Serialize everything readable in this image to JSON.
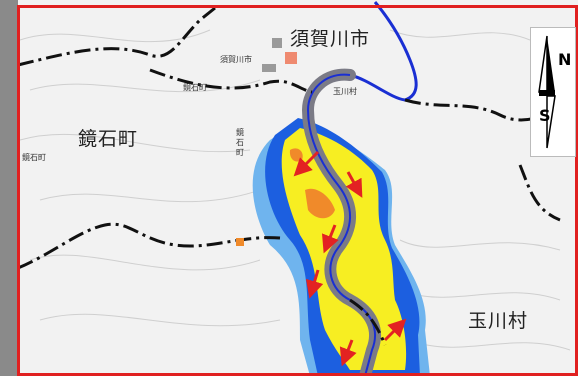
{
  "places": {
    "sukagawa_city": "須賀川市",
    "kagamiishi_town": "鏡石町",
    "tamakawa_village": "玉川村"
  },
  "small_labels": {
    "sukagawa_small": "須賀川市",
    "kagamiishi_small_left": "鏡石町",
    "kagamiishi_small_top": "鏡石町",
    "kagamiishi_vertical": "鏡石町",
    "tamakawa_small": "玉川村"
  },
  "compass": {
    "north": "N",
    "south": "S"
  },
  "colors": {
    "border_red": "#e02020",
    "flood_yellow": "#f7ee22",
    "flood_blue": "#1c5fe0",
    "flood_lightblue": "#6fb4ee",
    "flood_orange": "#f08a2a",
    "river_gray": "#7b7b86",
    "river_blue": "#1a2fd3",
    "boundary_black": "#111111",
    "arrow_red": "#e32222"
  },
  "icons": [
    "north-arrow-icon",
    "flow-arrow-icon"
  ]
}
